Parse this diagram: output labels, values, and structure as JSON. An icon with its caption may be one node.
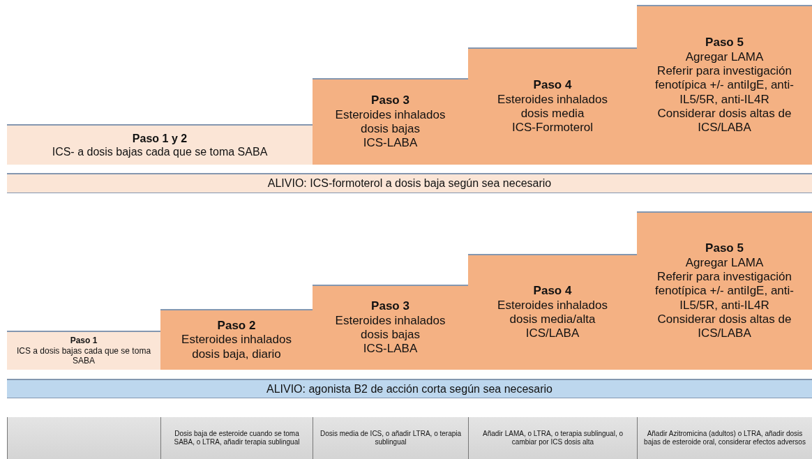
{
  "diagram": {
    "nodes": [
      {
        "text": [
          "Paso 1 y 2",
          "ICS- a dosis bajas cada que se toma SABA"
        ]
      },
      {
        "text": [
          "Paso 3",
          "Esteroides inhalados dosis bajas",
          "ICS-LABA"
        ]
      },
      {
        "text": [
          "Paso 4",
          "Esteroides inhalados dosis media",
          "ICS-Formoterol"
        ]
      },
      {
        "text": [
          "Paso 5",
          "Agregar LAMA",
          "Referir para investigación fenotípica +/- antiIgE, anti-IL5/5R, anti-IL4R",
          "Considerar dosis altas de ICS/LABA"
        ]
      },
      {
        "text": [
          "ALIVIO: ICS-formoterol a dosis baja según sea necesario"
        ]
      },
      {
        "text": [
          "Paso 1",
          "ICS a dosis bajas cada que se toma SABA"
        ]
      },
      {
        "text": [
          "Paso 2",
          "Esteroides inhalados dosis baja, diario"
        ]
      },
      {
        "text": [
          "Paso 3",
          "Esteroides inhalados dosis bajas",
          "ICS-LABA"
        ]
      },
      {
        "text": [
          "Paso 4",
          "Esteroides inhalados dosis media/alta",
          "ICS/LABA"
        ]
      },
      {
        "text": [
          "Paso 5",
          "Agregar LAMA",
          "Referir para investigación fenotípica +/- antiIgE, anti-IL5/5R, anti-IL4R",
          "Considerar dosis altas de ICS/LABA"
        ]
      },
      {
        "text": [
          "ALIVIO: agonista B2 de acción corta según sea necesario"
        ]
      },
      {
        "text": [],
        "shape": "box"
      },
      {
        "text": [
          "Dosis baja de esteroide cuando se toma SABA, o LTRA, añadir terapia sublingual"
        ]
      },
      {
        "text": [
          "Dosis media de ICS, o añadir LTRA, o terapia sublingual"
        ]
      },
      {
        "text": [
          "Añadir LAMA, o LTRA, o terapia sublingual, o cambiar por ICS dosis alta"
        ]
      },
      {
        "text": [
          "Añadir Azitromicina (adultos) o LTRA, añadir dosis bajas de esteroide oral, considerar efectos adversos"
        ]
      }
    ]
  }
}
